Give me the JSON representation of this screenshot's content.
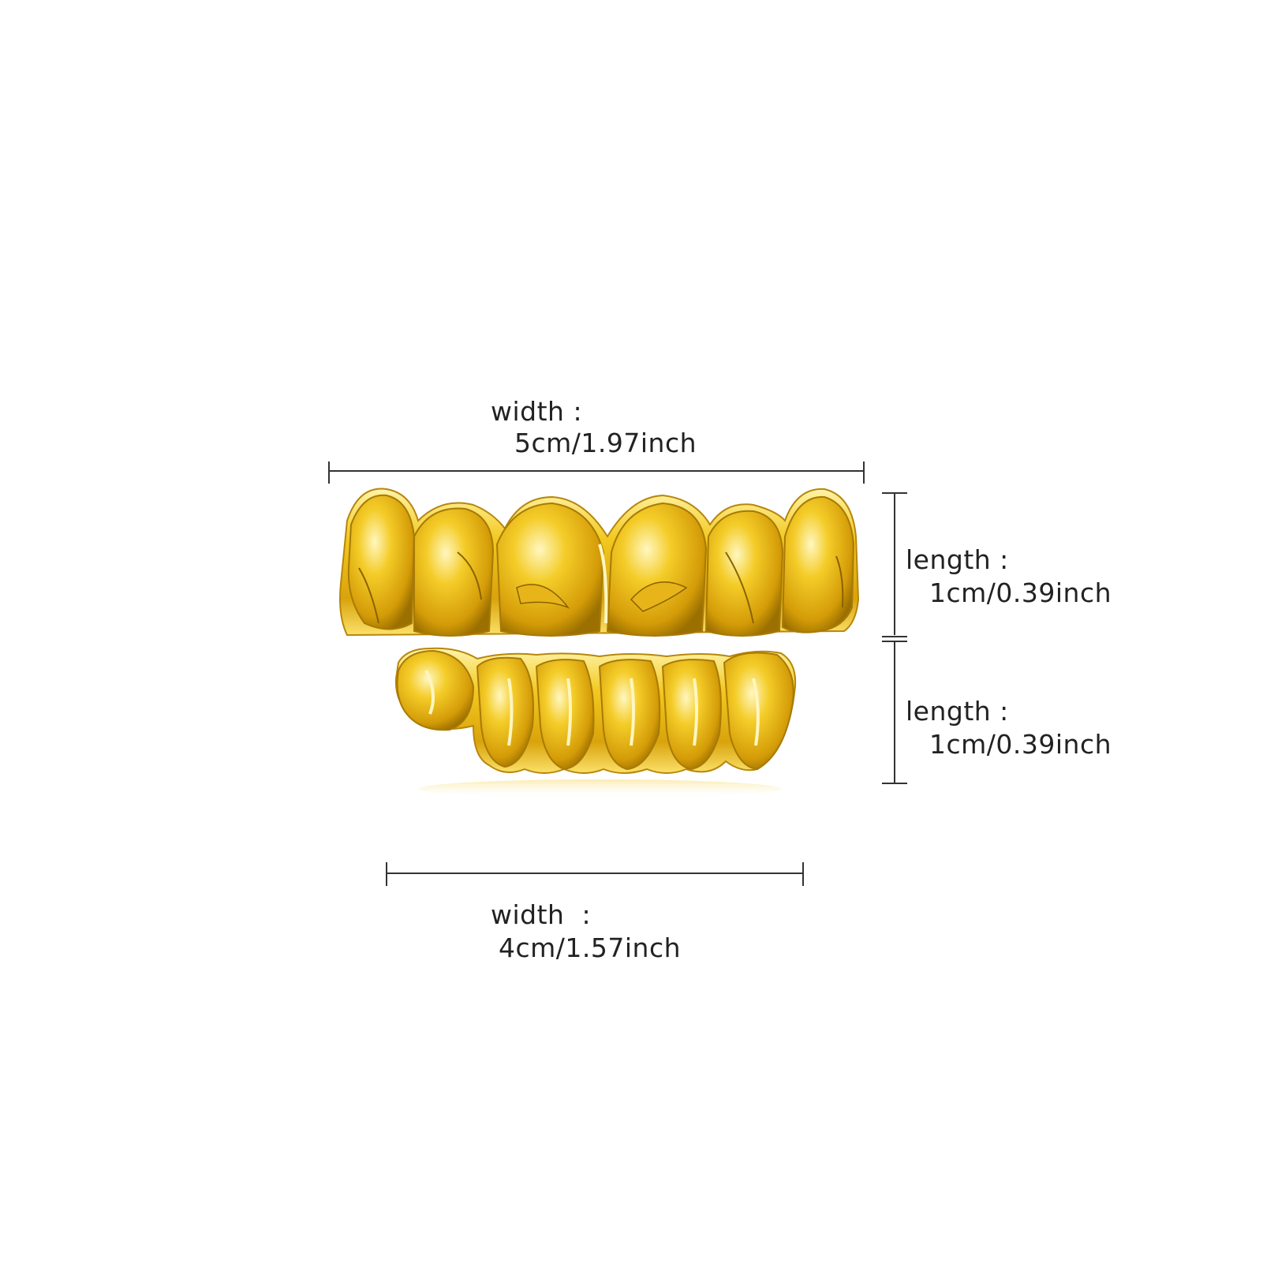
{
  "colors": {
    "background": "#ffffff",
    "text": "#222222",
    "measure_line": "#333333",
    "gold_light": "#fff2a0",
    "gold_mid": "#f0c419",
    "gold_dark": "#b8860b",
    "gold_deep": "#8a6200"
  },
  "dimensions": {
    "top_width": {
      "label": "width :",
      "value": "5cm/1.97inch"
    },
    "upper_length": {
      "label": "length :",
      "value": "1cm/0.39inch"
    },
    "lower_length": {
      "label": "length :",
      "value": "1cm/0.39inch"
    },
    "bottom_width": {
      "label": "width  :",
      "value": "4cm/1.57inch"
    }
  }
}
